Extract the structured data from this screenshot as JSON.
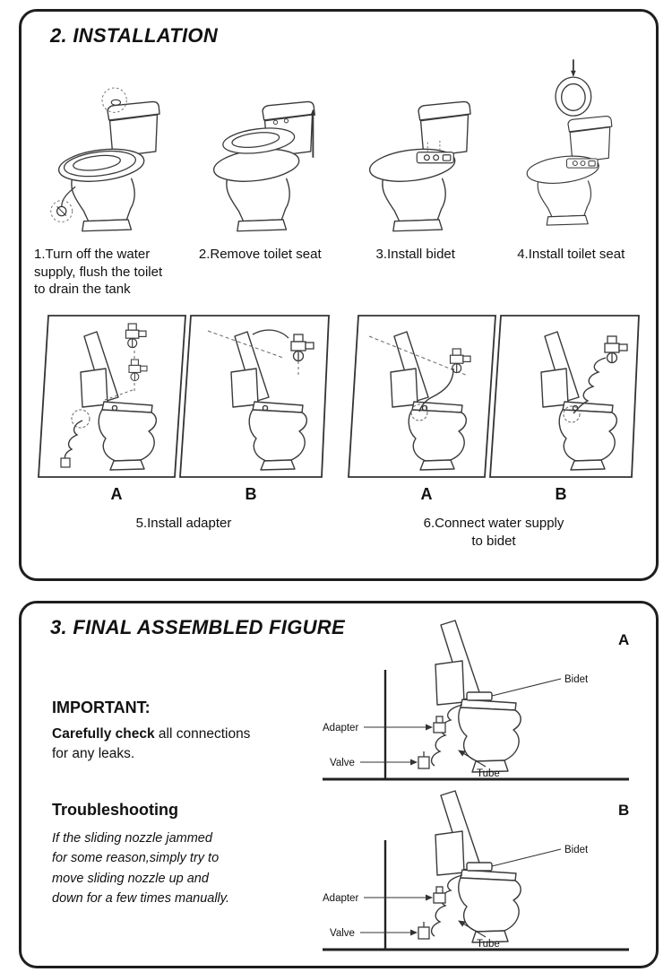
{
  "installation": {
    "title": "2. INSTALLATION",
    "steps": [
      {
        "caption": "1.Turn off the water\nsupply, flush the toilet\nto drain the tank"
      },
      {
        "caption": "2.Remove  toilet seat"
      },
      {
        "caption": "3.Install bidet"
      },
      {
        "caption": "4.Install toilet seat"
      }
    ],
    "sub_steps": [
      {
        "label_a": "A",
        "label_b": "B",
        "caption": "5.Install adapter"
      },
      {
        "label_a": "A",
        "label_b": "B",
        "caption": "6.Connect water supply\nto bidet"
      }
    ]
  },
  "final": {
    "title": "3. FINAL ASSEMBLED FIGURE",
    "important_heading": "IMPORTANT:",
    "important_bold": "Carefully check",
    "important_rest": " all connections\nfor any leaks.",
    "troubleshooting_heading": "Troubleshooting",
    "troubleshooting_text": "If the sliding nozzle jammed\nfor some reason,simply try to\nmove sliding nozzle up and\ndown for a few times manually.",
    "labels": {
      "bidet": "Bidet",
      "adapter": "Adapter",
      "valve": "Valve",
      "tube": "Tube"
    },
    "figures": [
      {
        "letter": "A"
      },
      {
        "letter": "B"
      }
    ]
  }
}
